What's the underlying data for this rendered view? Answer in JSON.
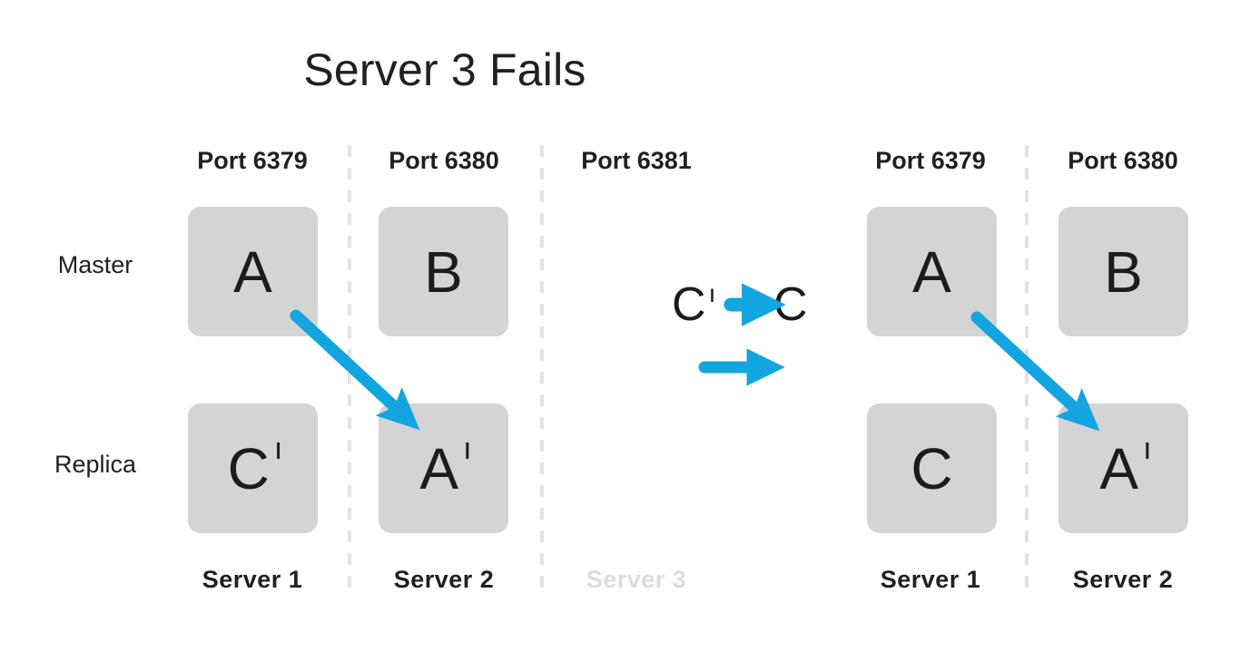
{
  "title": "Server 3 Fails",
  "colors": {
    "arrow": "#12a5e0",
    "node_fill": "#d4d4d4",
    "text": "#231f20",
    "failed_text": "#dcdcdc",
    "divider": "#e2e2e2",
    "background": "#ffffff"
  },
  "row_labels": {
    "master": "Master",
    "replica": "Replica"
  },
  "left_cluster": {
    "ports": [
      "Port 6379",
      "Port 6380",
      "Port 6381"
    ],
    "servers": [
      "Server 1",
      "Server 2",
      "Server 3"
    ],
    "server_3_failed": true,
    "nodes": [
      {
        "column": "Port 6379",
        "row": "Master",
        "base": "A",
        "prime": ""
      },
      {
        "column": "Port 6380",
        "row": "Master",
        "base": "B",
        "prime": ""
      },
      {
        "column": "Port 6379",
        "row": "Replica",
        "base": "C",
        "prime": "ı"
      },
      {
        "column": "Port 6380",
        "row": "Replica",
        "base": "A",
        "prime": "ı"
      }
    ]
  },
  "transition": {
    "from_base": "C",
    "from_prime": "ı",
    "to_base": "C",
    "to_prime": "",
    "arrow_top_label": "promote-arrow",
    "arrow_bottom_label": "result-arrow"
  },
  "right_cluster": {
    "ports": [
      "Port 6379",
      "Port 6380"
    ],
    "servers": [
      "Server 1",
      "Server 2"
    ],
    "nodes": [
      {
        "column": "Port 6379",
        "row": "Master",
        "base": "A",
        "prime": ""
      },
      {
        "column": "Port 6380",
        "row": "Master",
        "base": "B",
        "prime": ""
      },
      {
        "column": "Port 6379",
        "row": "Replica",
        "base": "C",
        "prime": ""
      },
      {
        "column": "Port 6380",
        "row": "Replica",
        "base": "A",
        "prime": "ı"
      }
    ]
  }
}
